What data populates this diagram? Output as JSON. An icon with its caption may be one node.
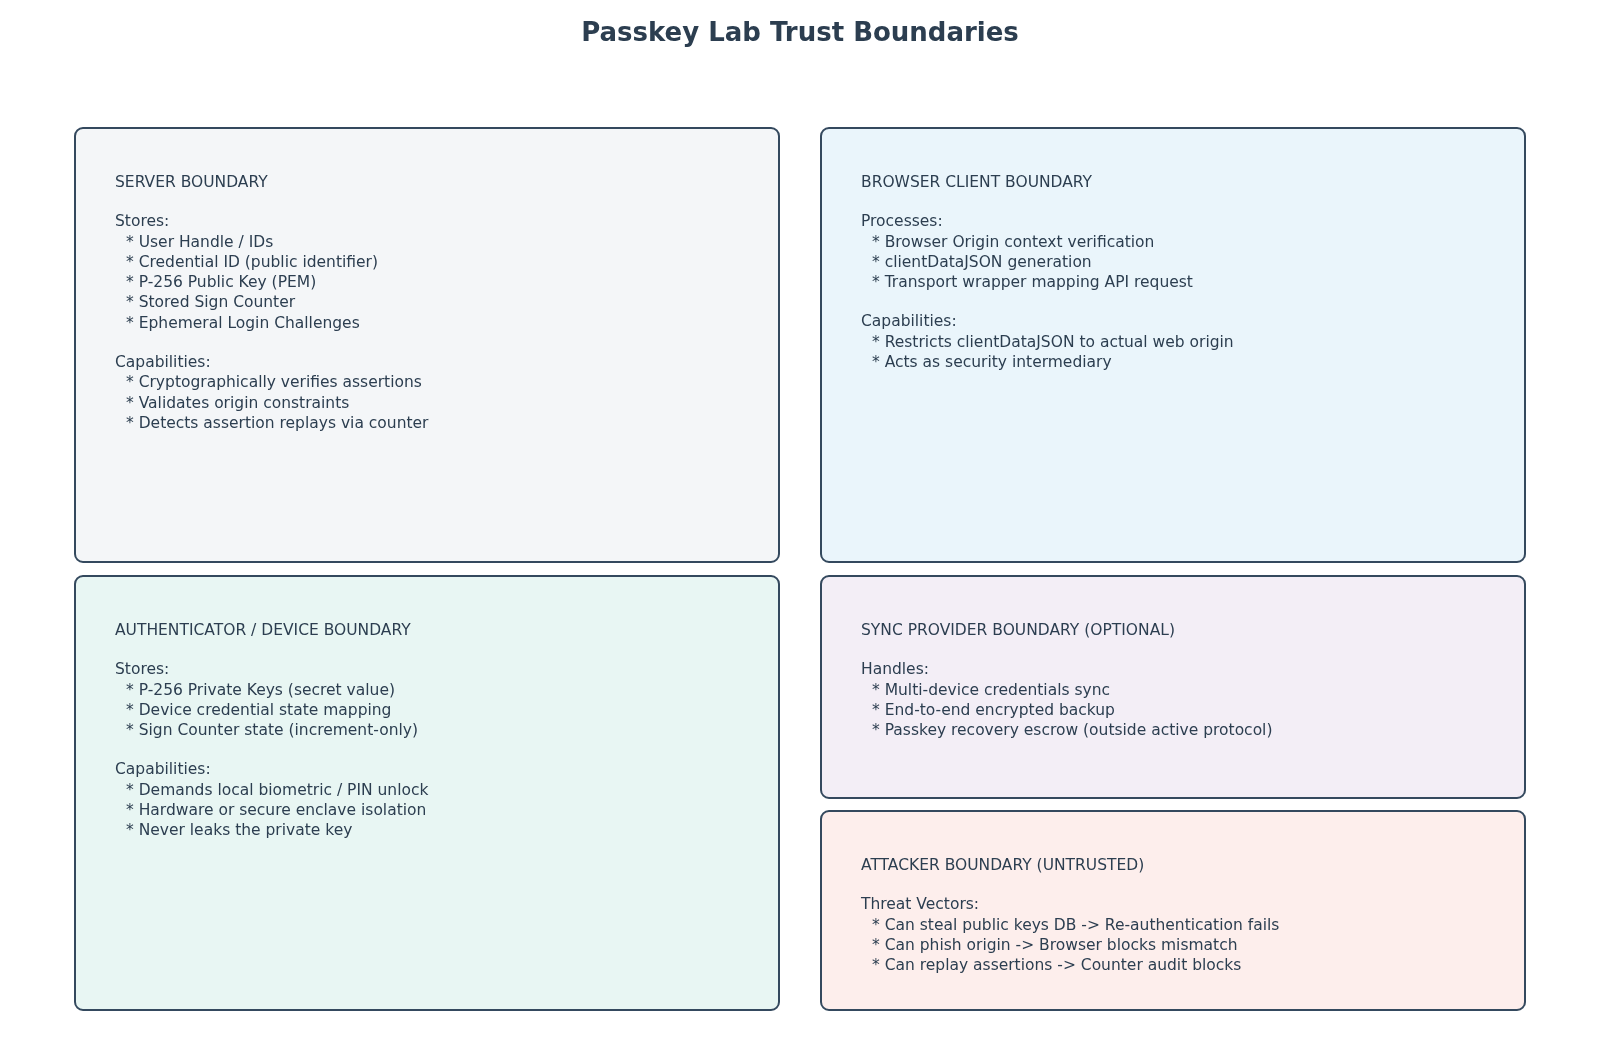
{
  "diagram": {
    "title": "Passkey Lab Trust Boundaries",
    "nodes": [
      {
        "text": [
          "SERVER BOUNDARY",
          "Stores:",
          "* User Handle / IDs",
          "* Credential ID (public identifier)",
          "* P-256 Public Key (PEM)",
          "* Stored Sign Counter",
          "* Ephemeral Login Challenges",
          "Capabilities:",
          "* Cryptographically verifies assertions",
          "* Validates origin constraints",
          "* Detects assertion replays via counter"
        ]
      },
      {
        "text": [
          "BROWSER CLIENT BOUNDARY",
          "Processes:",
          "* Browser Origin context verification",
          "* clientDataJSON generation",
          "* Transport wrapper mapping API request",
          "Capabilities:",
          "* Restricts clientDataJSON to actual web origin",
          "* Acts as security intermediary"
        ]
      },
      {
        "text": [
          "AUTHENTICATOR / DEVICE BOUNDARY",
          "Stores:",
          "* P-256 Private Keys (secret value)",
          "* Device credential state mapping",
          "* Sign Counter state (increment-only)",
          "Capabilities:",
          "* Demands local biometric / PIN unlock",
          "* Hardware or secure enclave isolation",
          "* Never leaks the private key"
        ]
      },
      {
        "text": [
          "SYNC PROVIDER BOUNDARY (OPTIONAL)",
          "Handles:",
          "* Multi-device credentials sync",
          "* End-to-end encrypted backup",
          "* Passkey recovery escrow (outside active protocol)"
        ]
      },
      {
        "text": [
          "ATTACKER BOUNDARY (UNTRUSTED)",
          "Threat Vectors:",
          "* Can steal public keys DB -> Re-authentication fails",
          "* Can phish origin -> Browser blocks mismatch",
          "* Can replay assertions -> Counter audit blocks"
        ]
      }
    ]
  }
}
